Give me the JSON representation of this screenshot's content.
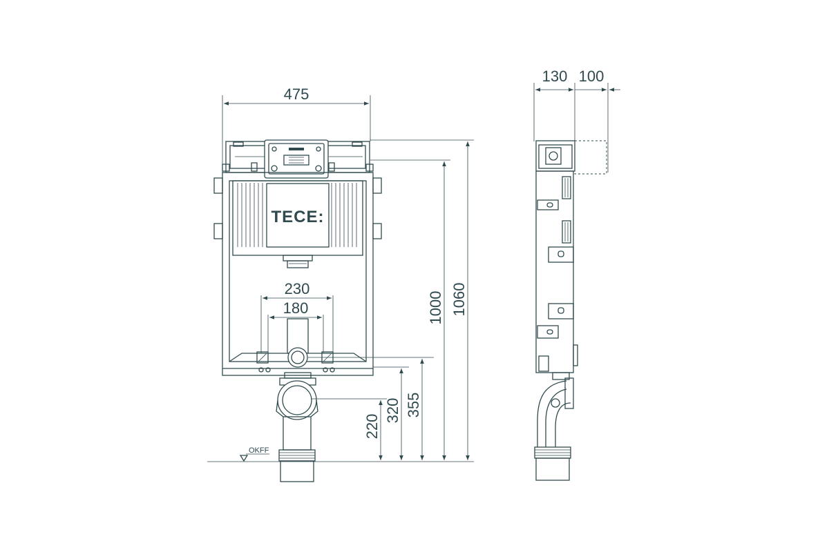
{
  "front_view": {
    "logo": "TECE:",
    "dims": {
      "width": "475",
      "outer_spacing": "230",
      "inner_spacing": "180",
      "height_total": "1060",
      "height_frame": "1000",
      "h355": "355",
      "h320": "320",
      "h220": "220"
    },
    "floor_label": "OKFF"
  },
  "side_view": {
    "dims": {
      "depth": "130",
      "offset": "100"
    }
  }
}
